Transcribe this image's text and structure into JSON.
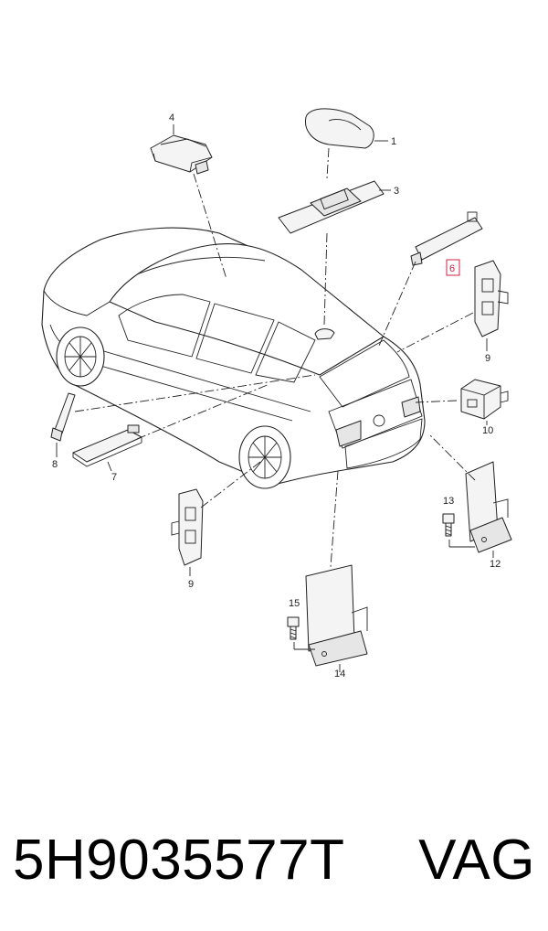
{
  "diagram": {
    "callouts": [
      {
        "id": "c1",
        "text": "1"
      },
      {
        "id": "c3",
        "text": "3"
      },
      {
        "id": "c4",
        "text": "4"
      },
      {
        "id": "c6",
        "text": "6"
      },
      {
        "id": "c7",
        "text": "7"
      },
      {
        "id": "c8",
        "text": "8"
      },
      {
        "id": "c9a",
        "text": "9"
      },
      {
        "id": "c9b",
        "text": "9"
      },
      {
        "id": "c10",
        "text": "10"
      },
      {
        "id": "c12",
        "text": "12"
      },
      {
        "id": "c13",
        "text": "13"
      },
      {
        "id": "c14",
        "text": "14"
      },
      {
        "id": "c15",
        "text": "15"
      }
    ],
    "highlight_color": "#d02040"
  },
  "caption": {
    "part_number": "5H9035577T",
    "brand": "VAG"
  }
}
